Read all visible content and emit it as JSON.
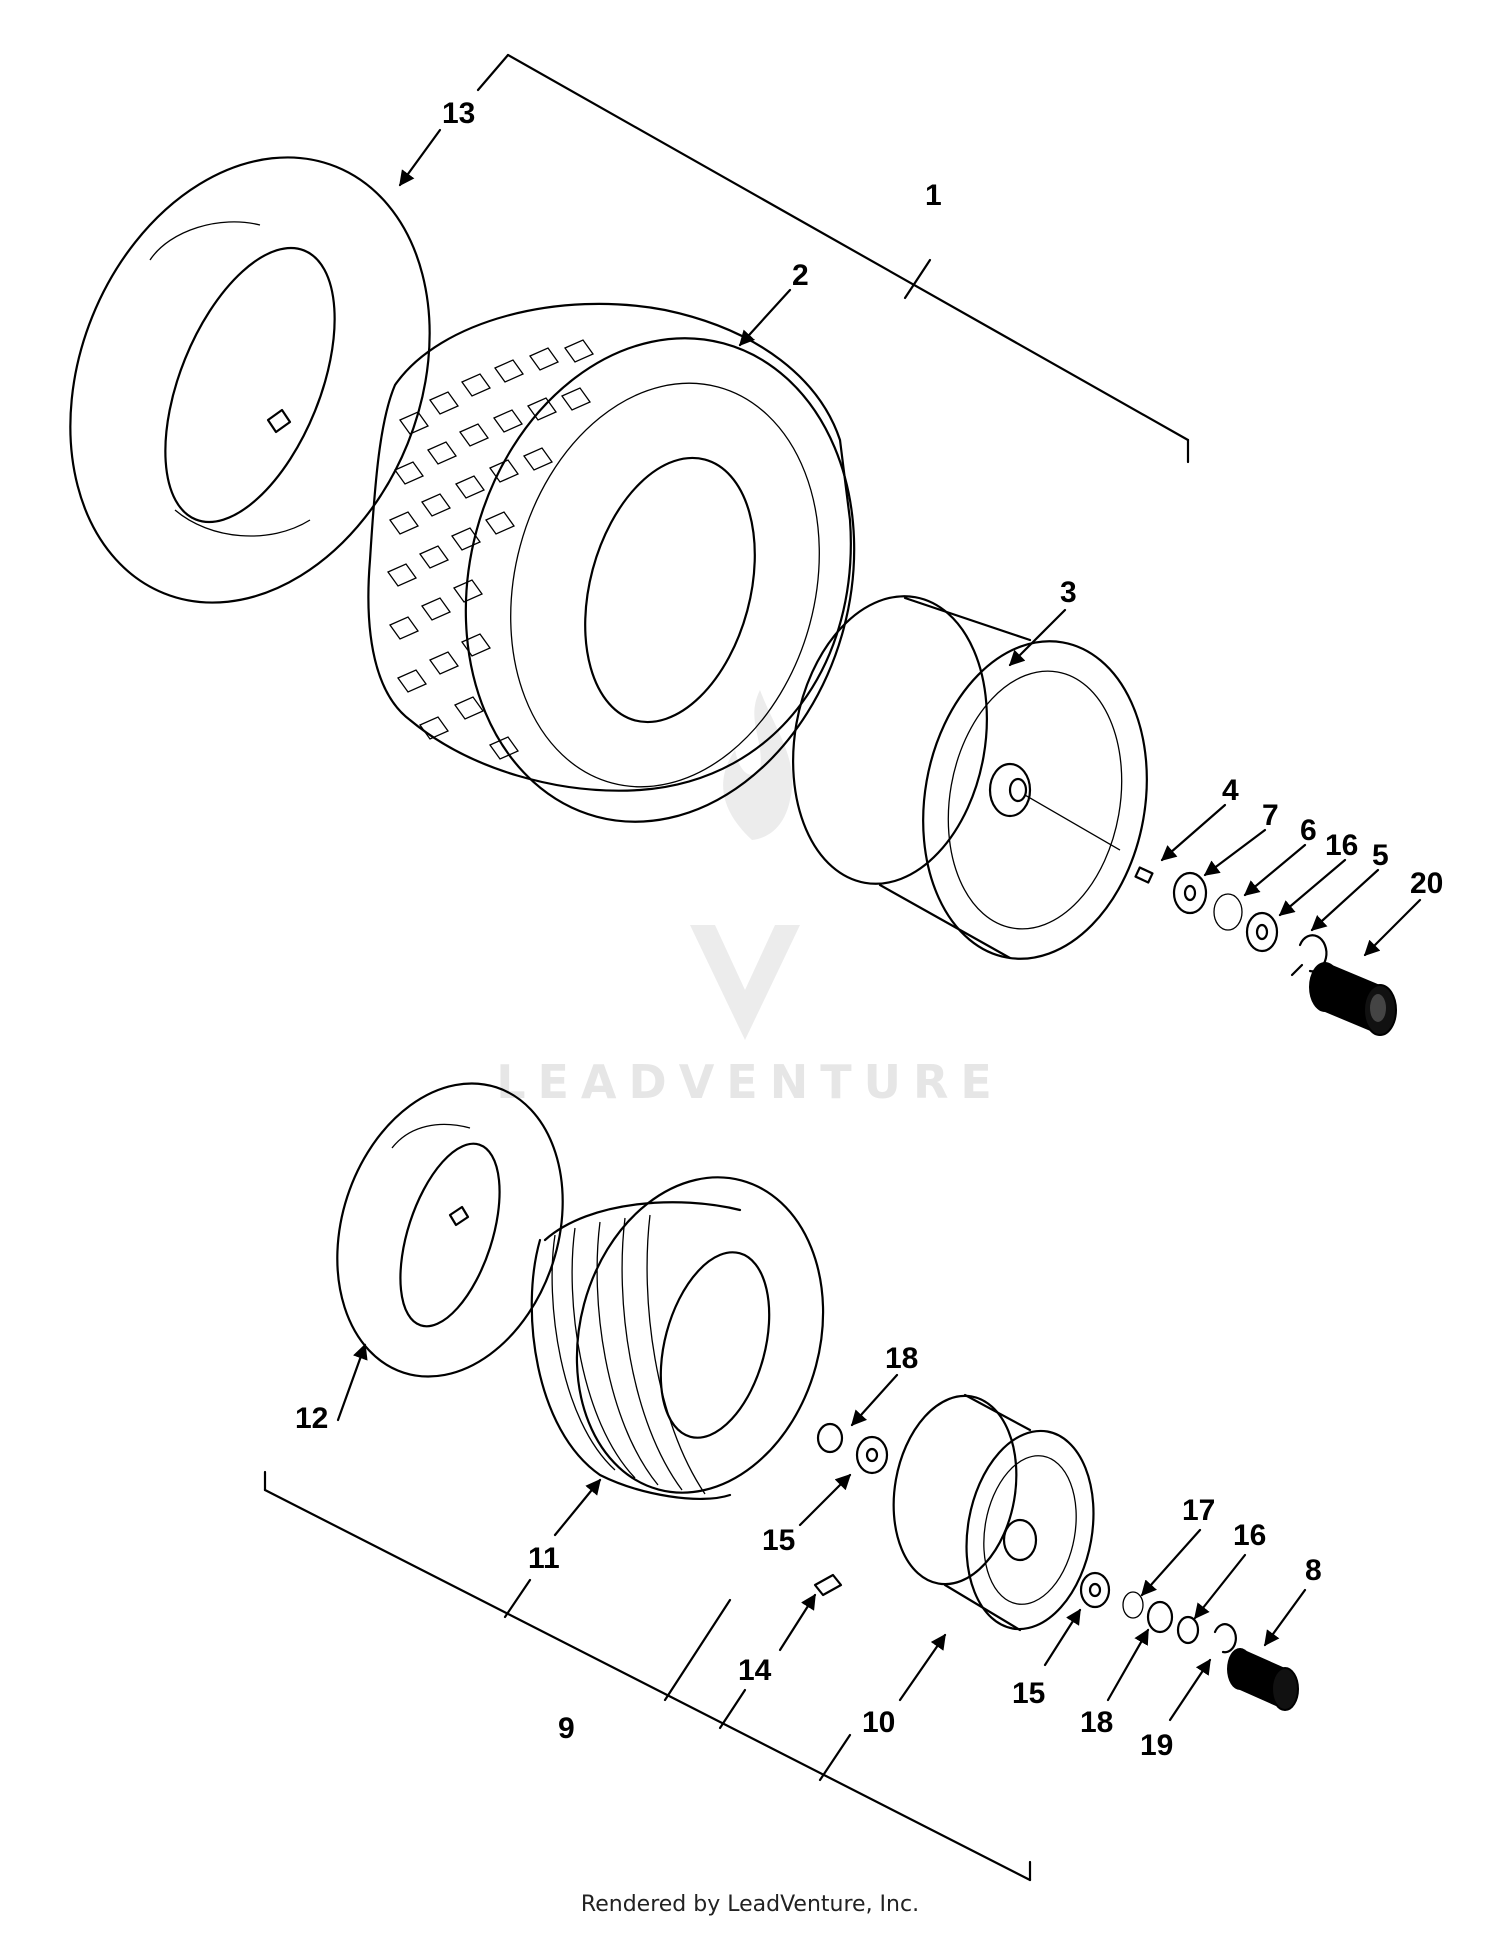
{
  "watermark": {
    "logo": "leadventure-logo",
    "text": "LEADVENTURE"
  },
  "footer": {
    "text": "Rendered by LeadVenture, Inc."
  },
  "callouts": {
    "c1": "1",
    "c2": "2",
    "c3": "3",
    "c4": "4",
    "c5": "5",
    "c6": "6",
    "c7": "7",
    "c8": "8",
    "c9": "9",
    "c10": "10",
    "c11": "11",
    "c12": "12",
    "c13": "13",
    "c14": "14",
    "c15a": "15",
    "c15b": "15",
    "c16a": "16",
    "c16b": "16",
    "c17": "17",
    "c18a": "18",
    "c18b": "18",
    "c19": "19",
    "c20": "20"
  },
  "colors": {
    "line": "#000000",
    "watermark": "#e6e6e6",
    "background": "#ffffff"
  }
}
